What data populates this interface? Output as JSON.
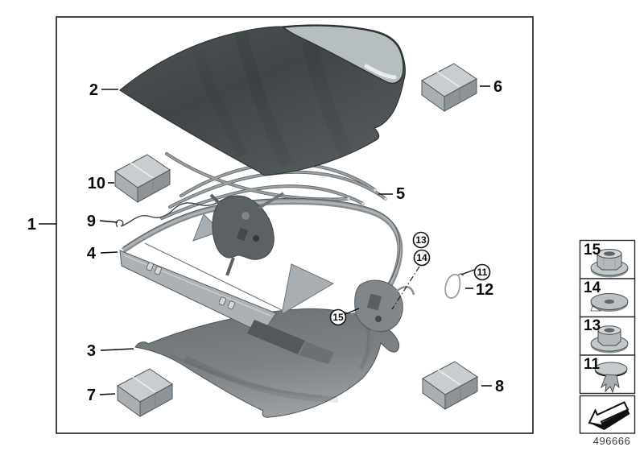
{
  "diagram": {
    "code": "496666",
    "plain_callouts": [
      {
        "text": "1"
      },
      {
        "text": "2"
      },
      {
        "text": "3"
      },
      {
        "text": "4"
      },
      {
        "text": "5"
      },
      {
        "text": "6"
      },
      {
        "text": "7"
      },
      {
        "text": "8"
      },
      {
        "text": "9"
      },
      {
        "text": "10"
      },
      {
        "text": "12"
      }
    ],
    "circled_callouts": [
      {
        "text": "13"
      },
      {
        "text": "14"
      },
      {
        "text": "11"
      },
      {
        "text": "15"
      }
    ],
    "legend": {
      "items": [
        {
          "label": "15",
          "icon": "flange-nut-icon"
        },
        {
          "label": "14",
          "icon": "washer-icon"
        },
        {
          "label": "13",
          "icon": "flange-nut-icon"
        },
        {
          "label": "11",
          "icon": "expanding-rivet-icon"
        }
      ],
      "footer_icon": "direction-arrow-icon"
    },
    "colors": {
      "line": "#1c1c1c",
      "soft_top": "#464b4e",
      "glass": "#b7bec0",
      "metal_light": "#abb1b4",
      "metal_mid": "#8a9093",
      "metal_dark": "#5c6164",
      "box_top": "#c8cdcf"
    }
  }
}
